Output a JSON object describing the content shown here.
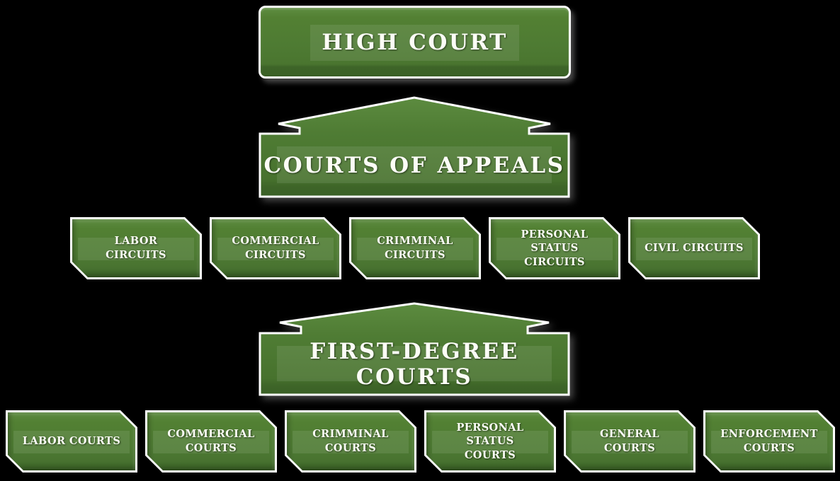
{
  "page": {
    "background_color": "#000000"
  },
  "palette": {
    "node_green": "#4e7b33",
    "node_green_light": "#5d8c40",
    "node_green_dark": "#3a6026",
    "border_white": "#ffffff",
    "text_white": "#fcfdf6",
    "shadow_gray": "#9b9b9b"
  },
  "hierarchy": {
    "high_court": {
      "label": "HIGH COURT"
    },
    "courts_of_appeals": {
      "label": "COURTS OF APPEALS"
    },
    "appeal_circuits": [
      {
        "label": "LABOR CIRCUITS"
      },
      {
        "label": "COMMERCIAL CIRCUITS"
      },
      {
        "label": "CRIMMINAL CIRCUITS"
      },
      {
        "label": "PERSONAL STATUS CIRCUITS"
      },
      {
        "label": "CIVIL CIRCUITS"
      }
    ],
    "first_degree_courts": {
      "label": "FIRST-DEGREE COURTS"
    },
    "first_degree_branches": [
      {
        "label": "LABOR COURTS"
      },
      {
        "label": "COMMERCIAL COURTS"
      },
      {
        "label": "CRIMMINAL COURTS"
      },
      {
        "label": "PERSONAL STATUS COURTS"
      },
      {
        "label": "GENERAL COURTS"
      },
      {
        "label": "ENFORCEMENT COURTS"
      }
    ]
  }
}
